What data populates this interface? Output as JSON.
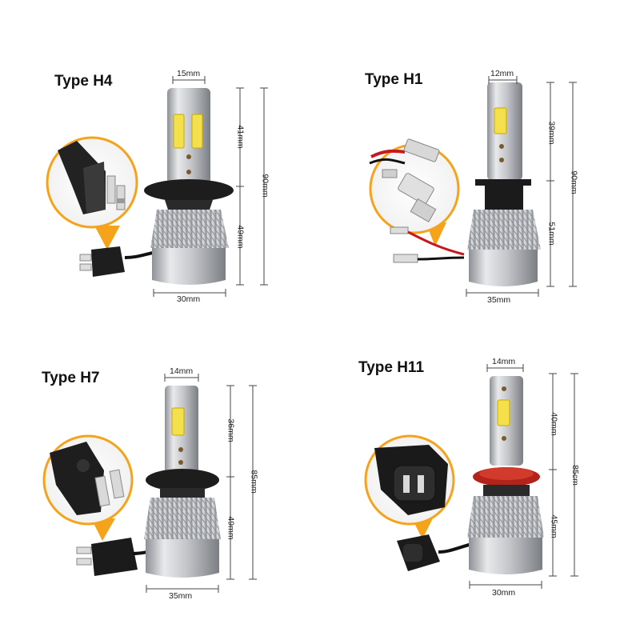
{
  "panels": [
    {
      "title": "Type H4",
      "chip_width": "15mm",
      "base_width": "30mm",
      "upper_height": "41mm",
      "lower_height": "49mm",
      "total_height": "90mm"
    },
    {
      "title": "Type H1",
      "chip_width": "12mm",
      "base_width": "35mm",
      "upper_height": "39mm",
      "lower_height": "51mm",
      "total_height": "90mm"
    },
    {
      "title": "Type H7",
      "chip_width": "14mm",
      "base_width": "35mm",
      "upper_height": "36mm",
      "lower_height": "49mm",
      "total_height": "85mm"
    },
    {
      "title": "Type H11",
      "chip_width": "14mm",
      "base_width": "30mm",
      "upper_height": "40mm",
      "lower_height": "45mm",
      "total_height": "85cm"
    }
  ],
  "colors": {
    "accent_orange": "#f5a31a",
    "bulb_silver": "#c9cbcf",
    "led_yellow": "#f4e04d",
    "h11_ring_red": "#b3231c",
    "connector_black": "#1c1c1c"
  }
}
